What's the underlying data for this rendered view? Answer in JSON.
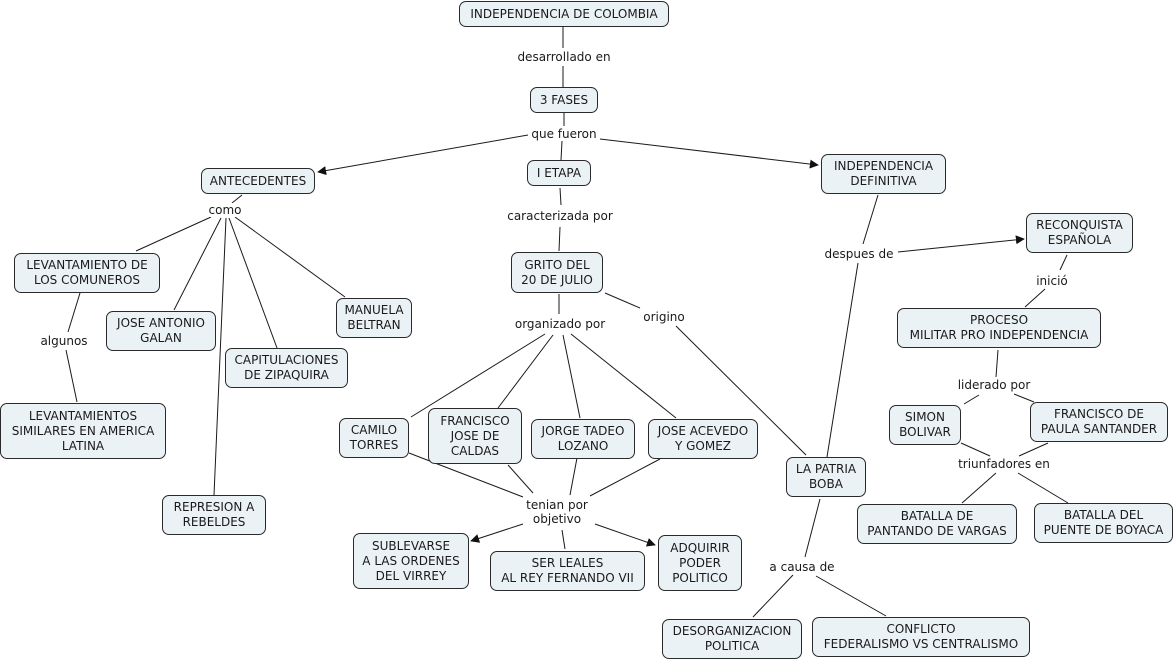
{
  "title": "INDEPENDENCIA DE COLOMBIA",
  "concepts": {
    "root": "INDEPENDENCIA DE COLOMBIA",
    "fases": "3 FASES",
    "antecedentes": "ANTECEDENTES",
    "etapa1": "I ETAPA",
    "indep_def": "INDEPENDENCIA\nDEFINITIVA",
    "comuneros": "LEVANTAMIENTO DE\nLOS COMUNEROS",
    "galan": "JOSE ANTONIO\nGALAN",
    "zipaquira": "CAPITULACIONES\nDE ZIPAQUIRA",
    "beltran": "MANUELA\nBELTRAN",
    "similares": "LEVANTAMIENTOS\nSIMILARES EN AMERICA\nLATINA",
    "represion": "REPRESION A\nREBELDES",
    "grito": "GRITO DEL\n20 DE JULIO",
    "torres": "CAMILO\nTORRES",
    "caldas": "FRANCISCO\nJOSE DE\nCALDAS",
    "lozano": "JORGE TADEO\nLOZANO",
    "acevedo": "JOSE ACEVEDO\nY GOMEZ",
    "sublevarse": "SUBLEVARSE\nA LAS ORDENES\nDEL VIRREY",
    "leales": "SER LEALES\nAL REY FERNANDO VII",
    "poder": "ADQUIRIR\nPODER\nPOLITICO",
    "patria_boba": "LA PATRIA\nBOBA",
    "desorg": "DESORGANIZACION\nPOLITICA",
    "conflicto": "CONFLICTO\nFEDERALISMO VS CENTRALISMO",
    "reconquista": "RECONQUISTA\nESPAÑOLA",
    "proceso": "PROCESO\nMILITAR PRO INDEPENDENCIA",
    "bolivar": "SIMON\nBOLIVAR",
    "santander": "FRANCISCO DE\nPAULA SANTANDER",
    "pantano": "BATALLA DE\nPANTANDO DE VARGAS",
    "boyaca": "BATALLA DEL\nPUENTE DE BOYACA"
  },
  "linking_phrases": {
    "desarrollado": "desarrollado en",
    "que_fueron": "que fueron",
    "como": "como",
    "algunos": "algunos",
    "caracterizada": "caracterizada por",
    "organizado": "organizado por",
    "origino": "origino",
    "tenian": "tenian por\nobjetivo",
    "a_causa": "a causa de",
    "despues": "despues de",
    "inicio": "inició",
    "liderado": "liderado por",
    "triunfadores": "triunfadores en"
  },
  "colors": {
    "node_fill": "#ebf2f5",
    "node_border": "#2a2a2a",
    "line": "#1a1a1a"
  }
}
